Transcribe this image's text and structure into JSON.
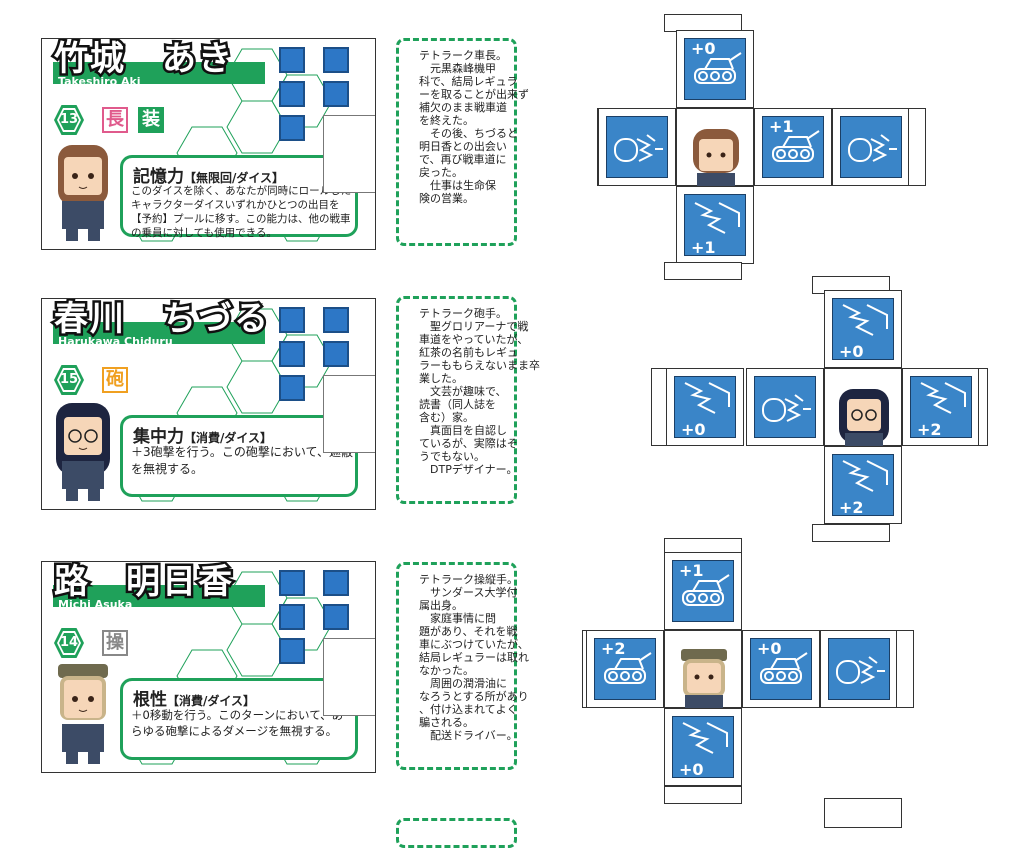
{
  "cards": [
    {
      "name_jp": "竹城　あき",
      "name_en": "Takeshiro   Aki",
      "number": "13",
      "roles": [
        {
          "label": "長",
          "color": "#e05a8c"
        },
        {
          "label": "装",
          "color": "#1fa15a"
        }
      ],
      "ability_title": "記憶力",
      "ability_tag": "【無限回/ダイス】",
      "ability_text": "このダイスを除く、あなたが同時にロールしたキャラクターダイスいずれかひとつの出目を【予約】プールに移す。この能力は、他の戦車の乗員に対しても使用できる。",
      "hair": "#8b5a3c"
    },
    {
      "name_jp": "春川　ちづる",
      "name_en": "Harukawa   Chiduru",
      "number": "15",
      "roles": [
        {
          "label": "砲",
          "color": "#f0a020"
        }
      ],
      "ability_title": "集中力",
      "ability_tag": "【消費/ダイス】",
      "ability_text": "＋3砲撃を行う。この砲撃において、遮蔽を無視する。",
      "hair": "#1e2540"
    },
    {
      "name_jp": "路　明日香",
      "name_en": "Michi   Asuka",
      "number": "14",
      "roles": [
        {
          "label": "操",
          "color": "#888888"
        }
      ],
      "ability_title": "根性",
      "ability_tag": "【消費/ダイス】",
      "ability_text": "＋0移動を行う。このターンにおいて、あらゆる砲撃によるダメージを無視する。",
      "hair": "#c9b48a"
    }
  ],
  "notes": [
    [
      "テトラーク車長。",
      "　元黒森峰機甲",
      "科で、結局レギュラ",
      "ーを取ることが出来ず",
      "補欠のまま戦車道",
      "を終えた。",
      "　その後、ちづると",
      "明日香との出会い",
      "で、再び戦車道に",
      "戻った。",
      "　仕事は生命保",
      "険の営業。"
    ],
    [
      "テトラーク砲手。",
      "　聖グロリアーナで戦",
      "車道をやっていたが、",
      "紅茶の名前もレギュ",
      "ラーももらえないまま卒",
      "業した。",
      "　文芸が趣味で、",
      "読書（同人誌を",
      "含む）家。",
      "　真面目を自認し",
      "ているが、実際はそ",
      "うでもない。",
      "　DTPデザイナー。"
    ],
    [
      "テトラーク操縦手。",
      "　サンダース大学付",
      "属出身。",
      "　家庭事情に問",
      "題があり、それを戦",
      "車にぶつけていたが、",
      "結局レギュラーは取れ",
      "なかった。",
      "　周囲の潤滑油に",
      "なろうとする所があり",
      "、付け込まれてよく",
      "騙される。",
      "　配送ドライバー。"
    ]
  ],
  "dice_labels": [
    "+0",
    "+1",
    "+1",
    "+0",
    "+2",
    "+2",
    "+1",
    "+2",
    "+0",
    "+0"
  ],
  "colors": {
    "accent_green": "#1fa15a",
    "dice_blue": "#3a85c8"
  }
}
